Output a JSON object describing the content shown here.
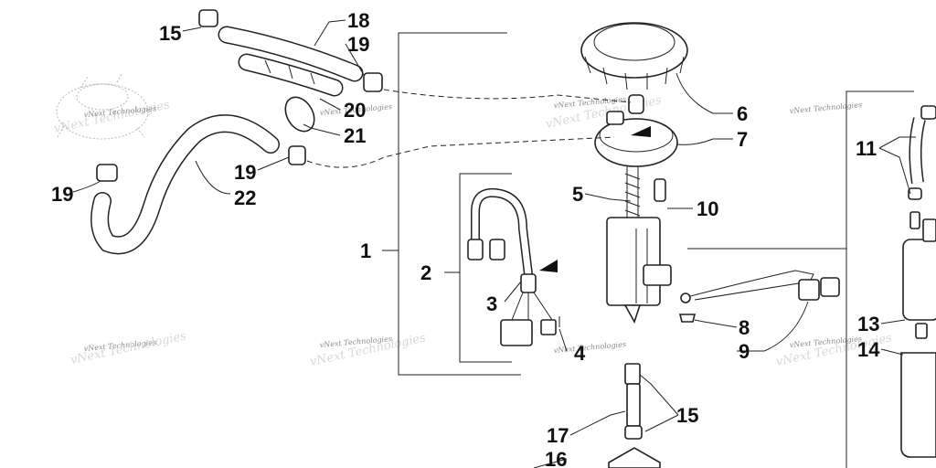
{
  "watermark": "vNext Technologies",
  "callouts": {
    "c1": "1",
    "c2": "2",
    "c3": "3",
    "c4": "4",
    "c5": "5",
    "c6": "6",
    "c7": "7",
    "c8": "8",
    "c9": "9",
    "c10": "10",
    "c11": "11",
    "c13": "13",
    "c14": "14",
    "c15a": "15",
    "c15b": "15",
    "c16": "16",
    "c17": "17",
    "c18": "18",
    "c19a": "19",
    "c19b": "19",
    "c19c": "19",
    "c20": "20",
    "c21": "21",
    "c22": "22"
  }
}
